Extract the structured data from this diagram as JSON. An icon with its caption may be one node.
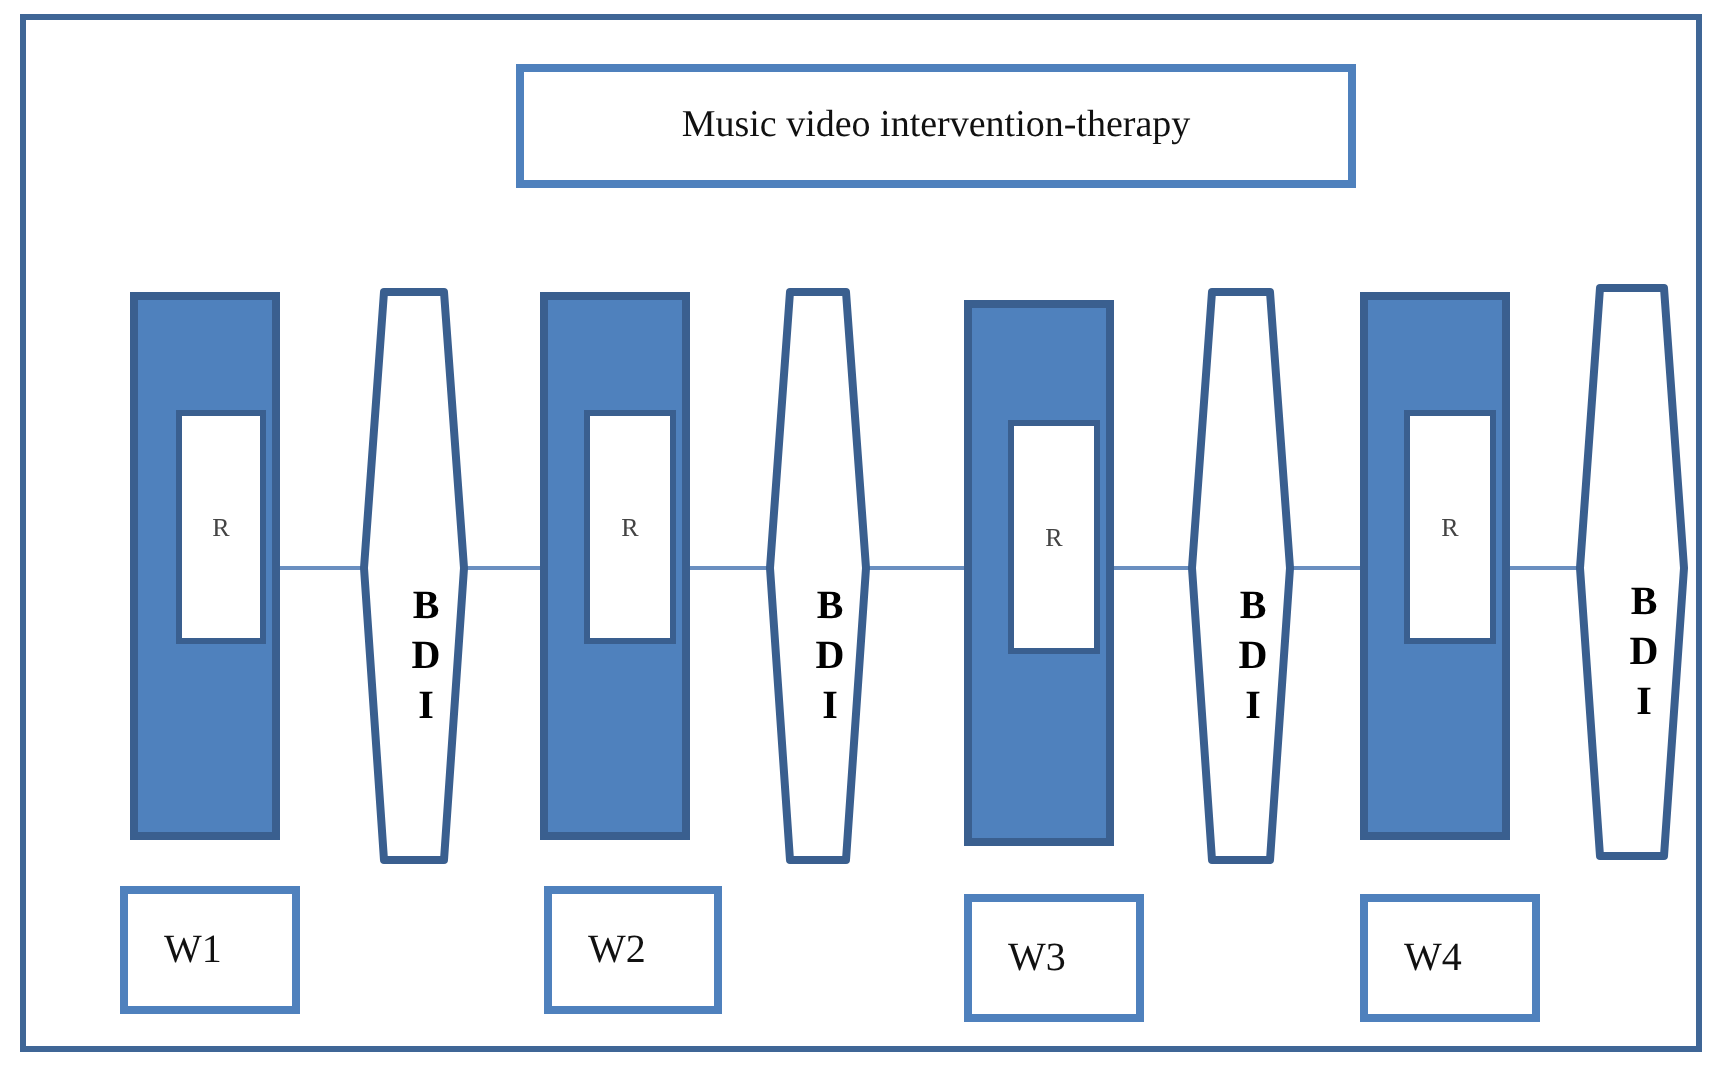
{
  "diagram": {
    "nodes": [
      {
        "text": [
          "Music video intervention-therapy"
        ]
      },
      {
        "text": [],
        "shape": "bar"
      },
      {
        "text": [
          "R"
        ],
        "in": 1
      },
      {
        "text": [
          "B D I"
        ]
      },
      {
        "text": [],
        "shape": "bar"
      },
      {
        "text": [
          "R"
        ],
        "in": 4
      },
      {
        "text": [
          "B D I"
        ]
      },
      {
        "text": [],
        "shape": "bar"
      },
      {
        "text": [
          "R"
        ],
        "in": 7
      },
      {
        "text": [
          "B D I"
        ]
      },
      {
        "text": [],
        "shape": "bar"
      },
      {
        "text": [
          "R"
        ],
        "in": 10
      },
      {
        "text": [
          "B D I"
        ]
      },
      {
        "text": [
          "W1"
        ]
      },
      {
        "text": [
          "W2"
        ]
      },
      {
        "text": [
          "W3"
        ]
      },
      {
        "text": [
          "W4"
        ]
      }
    ],
    "edges": [
      {
        "from": 1,
        "to": 3,
        "arrow": "none"
      },
      {
        "from": 3,
        "to": 4,
        "arrow": "none"
      },
      {
        "from": 4,
        "to": 6,
        "arrow": "none"
      },
      {
        "from": 6,
        "to": 7,
        "arrow": "none"
      },
      {
        "from": 7,
        "to": 9,
        "arrow": "none"
      },
      {
        "from": 9,
        "to": 10,
        "arrow": "none"
      },
      {
        "from": 10,
        "to": 12,
        "arrow": "none"
      }
    ]
  }
}
